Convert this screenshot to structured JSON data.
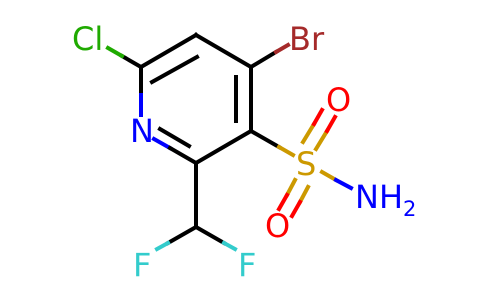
{
  "molecule": {
    "atoms": {
      "cl": {
        "text": "Cl"
      },
      "br": {
        "text": "Br"
      },
      "n_ring": {
        "text": "N"
      },
      "s": {
        "text": "S"
      },
      "o_top": {
        "text": "O"
      },
      "o_bottom": {
        "text": "O"
      },
      "nh2": {
        "text": "NH",
        "subscript": "2"
      },
      "f_left": {
        "text": "F"
      },
      "f_right": {
        "text": "F"
      }
    },
    "colors": {
      "bond": "#000000",
      "chlorine": "#1FAA00",
      "bromine": "#A52A2A",
      "nitrogen": "#0000FF",
      "sulfur": "#CC9900",
      "oxygen": "#FF0000",
      "fluorine": "#33CCCC"
    }
  }
}
